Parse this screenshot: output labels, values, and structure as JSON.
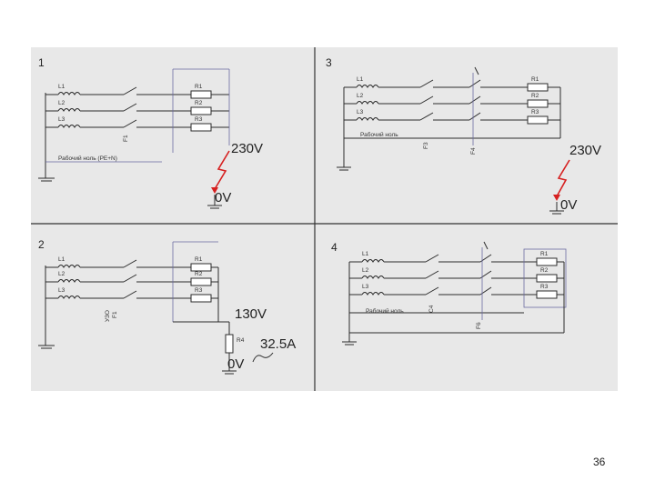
{
  "panels": [
    {
      "number": "1",
      "lines": [
        "L1",
        "L2",
        "L3"
      ],
      "resistors": [
        "R1",
        "R2",
        "R3"
      ],
      "fuse": "F1",
      "neutral_label": "Рабочий ноль (PE+N)",
      "voltage_top": "230V",
      "voltage_bottom": "0V"
    },
    {
      "number": "2",
      "lines": [
        "L1",
        "L2",
        "L3"
      ],
      "resistors": [
        "R1",
        "R2",
        "R3"
      ],
      "extra_resistor": "R4",
      "fuse": "F1",
      "fuse_note": "УЗО",
      "voltage_top": "130V",
      "current": "32.5A",
      "voltage_bottom": "0V"
    },
    {
      "number": "3",
      "lines": [
        "L1",
        "L2",
        "L3"
      ],
      "resistors": [
        "R1",
        "R2",
        "R3"
      ],
      "fuse": "F3",
      "switch": "F4",
      "neutral_label": "Рабочий ноль",
      "voltage_top": "230V",
      "voltage_bottom": "0V"
    },
    {
      "number": "4",
      "lines": [
        "L1",
        "L2",
        "L3"
      ],
      "resistors": [
        "R1",
        "R2",
        "R3"
      ],
      "fuse": "C4",
      "switch": "F6",
      "neutral_label": "Рабочий ноль"
    }
  ],
  "page_number": "36",
  "colors": {
    "fault_arrow": "#d62020",
    "frame": "#e8e8e8",
    "wire": "#2b2b2b"
  }
}
